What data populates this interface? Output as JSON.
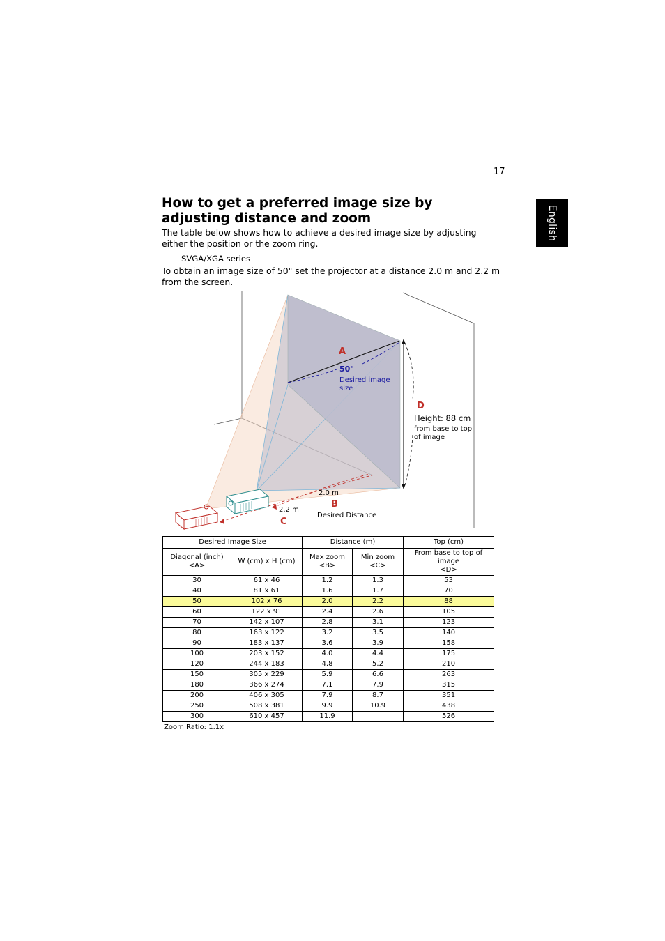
{
  "page": {
    "number": "17",
    "language_tab": "English",
    "title": "How to get a preferred image size by adjusting distance and zoom",
    "intro": "The table below shows how to achieve a desired image size by adjusting either the position or the zoom ring.",
    "series": "SVGA/XGA series",
    "instruction": "To obtain an image size of 50\" set the projector at a distance 2.0 m and 2.2 m from the screen."
  },
  "diagram": {
    "label_a": "A",
    "size_value": "50\"",
    "size_caption_1": "Desired image",
    "size_caption_2": "size",
    "label_d": "D",
    "height_value": "Height: 88 cm",
    "height_caption_1": "from base to top",
    "height_caption_2": "of image",
    "max_distance": "2.0 m",
    "min_distance": "2.2 m",
    "label_b": "B",
    "label_c": "C",
    "distance_caption": "Desired Distance",
    "colors": {
      "label_red": "#c0302a",
      "label_blue": "#1a1aa0",
      "projector_teal": "#2e8e8e",
      "projector_red": "#c0302a",
      "screen_grey": "#c8c8d6"
    }
  },
  "table": {
    "group_headers": [
      "Desired Image Size",
      "Distance (m)",
      "Top (cm)"
    ],
    "col_headers": [
      [
        "Diagonal (inch)",
        "<A>"
      ],
      [
        "W (cm) x H (cm)"
      ],
      [
        "Max zoom",
        "<B>"
      ],
      [
        "Min zoom",
        "<C>"
      ],
      [
        "From base to top of image",
        "<D>"
      ]
    ],
    "rows": [
      [
        "30",
        "61 x 46",
        "1.2",
        "1.3",
        "53"
      ],
      [
        "40",
        "81 x 61",
        "1.6",
        "1.7",
        "70"
      ],
      [
        "50",
        "102 x 76",
        "2.0",
        "2.2",
        "88"
      ],
      [
        "60",
        "122 x 91",
        "2.4",
        "2.6",
        "105"
      ],
      [
        "70",
        "142 x 107",
        "2.8",
        "3.1",
        "123"
      ],
      [
        "80",
        "163 x 122",
        "3.2",
        "3.5",
        "140"
      ],
      [
        "90",
        "183 x 137",
        "3.6",
        "3.9",
        "158"
      ],
      [
        "100",
        "203 x 152",
        "4.0",
        "4.4",
        "175"
      ],
      [
        "120",
        "244 x 183",
        "4.8",
        "5.2",
        "210"
      ],
      [
        "150",
        "305 x 229",
        "5.9",
        "6.6",
        "263"
      ],
      [
        "180",
        "366 x 274",
        "7.1",
        "7.9",
        "315"
      ],
      [
        "200",
        "406 x 305",
        "7.9",
        "8.7",
        "351"
      ],
      [
        "250",
        "508 x 381",
        "9.9",
        "10.9",
        "438"
      ],
      [
        "300",
        "610 x 457",
        "11.9",
        "",
        "526"
      ]
    ],
    "highlight_row_index": 2,
    "highlight_color": "#fbfb9a",
    "footnote": "Zoom Ratio: 1.1x"
  }
}
